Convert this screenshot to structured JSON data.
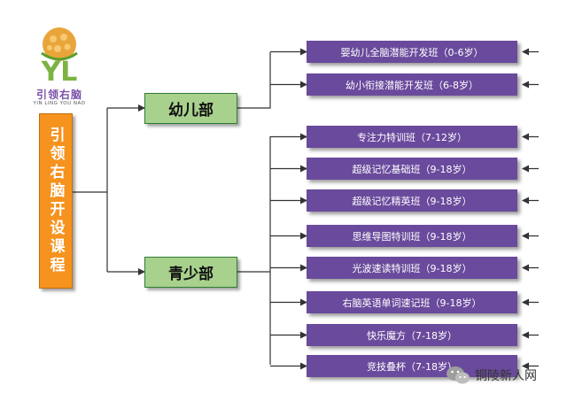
{
  "logo": {
    "letters": "YL",
    "name": "引领右脑",
    "pinyin": "YIN LING YOU NAO"
  },
  "title": "引领右脑开设课程",
  "departments": [
    {
      "id": "young",
      "label": "幼儿部"
    },
    {
      "id": "youth",
      "label": "青少部"
    }
  ],
  "courses": [
    {
      "dept": "young",
      "label": "婴幼儿全脑潜能开发班（0-6岁）"
    },
    {
      "dept": "young",
      "label": "幼小衔接潜能开发班（6-8岁）"
    },
    {
      "dept": "youth",
      "label": "专注力特训班（7-12岁）"
    },
    {
      "dept": "youth",
      "label": "超级记忆基础班（9-18岁）"
    },
    {
      "dept": "youth",
      "label": "超级记忆精英班（9-18岁）"
    },
    {
      "dept": "youth",
      "label": "思维导图特训班（9-18岁）"
    },
    {
      "dept": "youth",
      "label": "光波速读特训班（9-18岁）"
    },
    {
      "dept": "youth",
      "label": "右脑英语单词速记班（9-18岁）"
    },
    {
      "dept": "youth",
      "label": "快乐魔方（7-18岁）"
    },
    {
      "dept": "youth",
      "label": "竞技叠杯（7-18岁）"
    }
  ],
  "watermark": {
    "text": "铜陵新人网",
    "icon": "wechat-icon"
  },
  "colors": {
    "title_fill": "#f6921e",
    "dept_fill": "#a8d18d",
    "course_fill": "#6a4a9c",
    "connector": "#333333"
  }
}
